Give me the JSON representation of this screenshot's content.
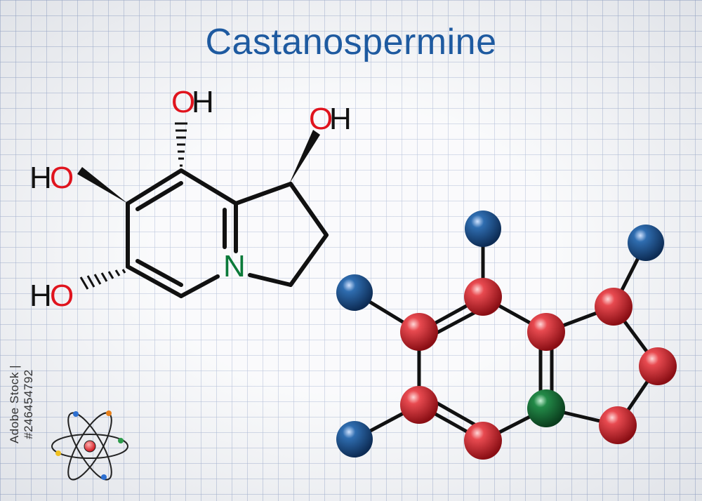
{
  "title": "Castanospermine",
  "stock_id": "Adobe Stock | #246454792",
  "structure": {
    "labels": {
      "oh_top": {
        "o": "O",
        "h": "H"
      },
      "oh_ring": {
        "o": "O",
        "h": "H"
      },
      "ho_upper": {
        "h": "H",
        "o": "O"
      },
      "ho_lower": {
        "h": "H",
        "o": "O"
      },
      "nitrogen": "N"
    }
  },
  "colors": {
    "title": "#1e5aa0",
    "oxygen_label": "#e0141e",
    "nitrogen_label": "#0b7a3a",
    "carbon_ball": "#c8202a",
    "oxygen_ball": "#1b4f8a",
    "nitrogen_ball": "#16703a",
    "bond": "#111111"
  }
}
